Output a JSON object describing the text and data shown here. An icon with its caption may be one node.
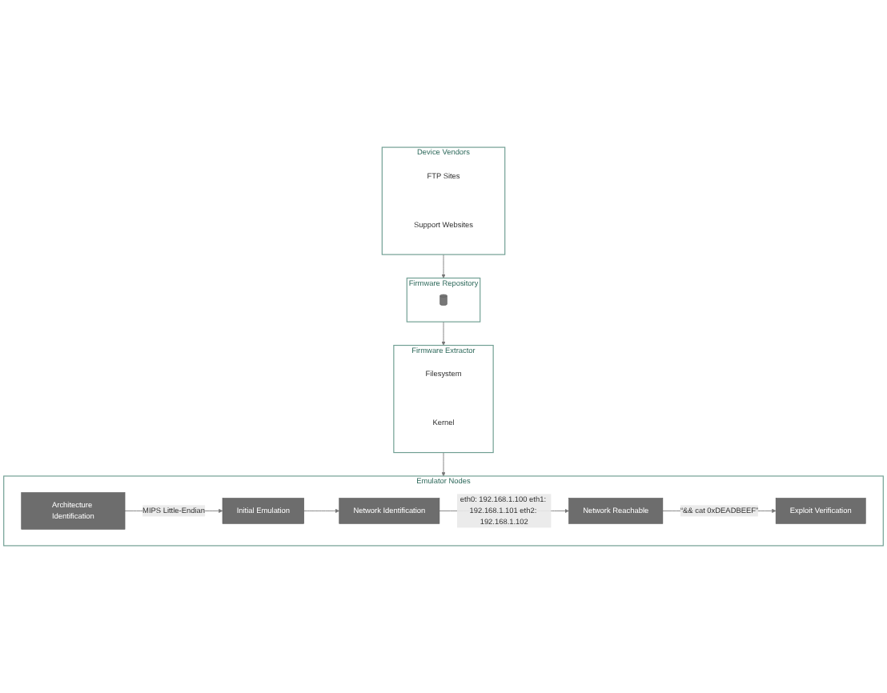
{
  "diagram": {
    "nodes": [
      {
        "text": [
          "Device Vendors"
        ]
      },
      {
        "text": [
          "FTP Sites"
        ],
        "in": 0
      },
      {
        "text": [
          "Support Websites"
        ],
        "in": 0
      },
      {
        "text": [
          "Firmware Repository"
        ]
      },
      {
        "text": [],
        "shape": "cylinder",
        "in": 3
      },
      {
        "text": [
          "Firmware Extractor"
        ]
      },
      {
        "text": [
          "Filesystem"
        ],
        "in": 5
      },
      {
        "text": [
          "Kernel"
        ],
        "in": 5
      },
      {
        "text": [
          "Emulator Nodes"
        ]
      },
      {
        "text": [
          "Architecture Identification"
        ],
        "in": 8
      },
      {
        "text": [
          "Initial Emulation"
        ],
        "in": 8
      },
      {
        "text": [
          "Network Identification"
        ],
        "in": 8
      },
      {
        "text": [
          "Network Reachable"
        ],
        "in": 8
      },
      {
        "text": [
          "Exploit Verification"
        ],
        "in": 8
      }
    ],
    "edges": [
      {
        "from": 0,
        "to": 3,
        "arrow": "to"
      },
      {
        "from": 3,
        "to": 5,
        "arrow": "to"
      },
      {
        "from": 5,
        "to": 8,
        "arrow": "to"
      },
      {
        "from": 9,
        "to": 10,
        "arrow": "to",
        "label": "MIPS Little-Endian"
      },
      {
        "from": 10,
        "to": 11,
        "arrow": "to"
      },
      {
        "from": 11,
        "to": 12,
        "arrow": "to",
        "label": "eth0: 192.168.1.100 eth1: 192.168.1.101 eth2: 192.168.1.102"
      },
      {
        "from": 12,
        "to": 13,
        "arrow": "to",
        "label": "“&& cat 0xDEADBEEF”"
      }
    ]
  }
}
